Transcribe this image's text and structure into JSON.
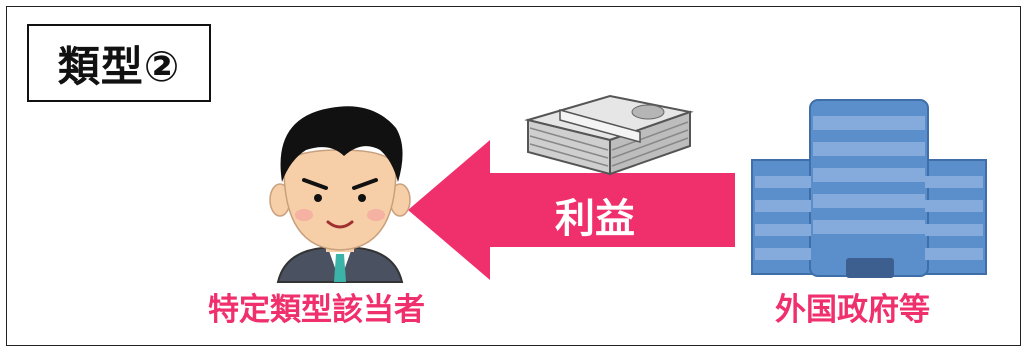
{
  "title": "類型②",
  "arrow_label": "利益",
  "person_label": "特定類型該当者",
  "entity_label": "外国政府等",
  "colors": {
    "accent": "#f0306c",
    "building": "#5b8fcc",
    "building_stripe": "#84abdc",
    "money": "#cfcfcf"
  },
  "icons": [
    "person-icon",
    "money-bundle-icon",
    "building-icon"
  ]
}
